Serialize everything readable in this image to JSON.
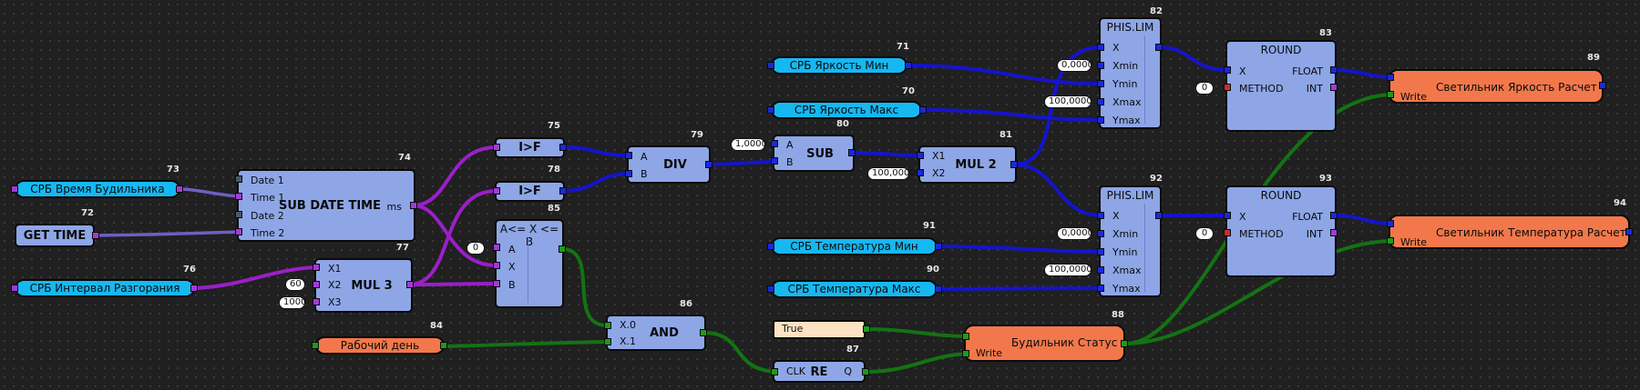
{
  "blocks": {
    "b73": {
      "num": "73",
      "label": "СРБ Время Будильника"
    },
    "b72": {
      "num": "72",
      "label": "GET TIME"
    },
    "b76": {
      "num": "76",
      "label": "СРБ Интервал Разгорания"
    },
    "b74": {
      "num": "74",
      "name": "SUB DATE TIME",
      "pins": [
        "Date 1",
        "Time 1",
        "Date 2",
        "Time 2"
      ],
      "out": "ms"
    },
    "b77": {
      "num": "77",
      "name": "MUL 3",
      "pins": [
        "X1",
        "X2",
        "X3"
      ],
      "consts": [
        "60",
        "1000"
      ]
    },
    "b75": {
      "num": "75",
      "name": "I>F"
    },
    "b78": {
      "num": "78",
      "name": "I>F"
    },
    "b85": {
      "num": "85",
      "title": "A<= X <= B",
      "pins": [
        "A",
        "X",
        "B"
      ],
      "const": "0"
    },
    "b79": {
      "num": "79",
      "name": "DIV",
      "pins": [
        "A",
        "B"
      ]
    },
    "b80": {
      "num": "80",
      "name": "SUB",
      "pins": [
        "A",
        "B"
      ],
      "const": "1,0000"
    },
    "b81": {
      "num": "81",
      "name": "MUL 2",
      "pins": [
        "X1",
        "X2"
      ],
      "const": "100,0000"
    },
    "b84": {
      "num": "84",
      "label": "Рабочий день"
    },
    "b86": {
      "num": "86",
      "name": "AND",
      "pins": [
        "X.0",
        "X.1"
      ]
    },
    "b71": {
      "num": "71",
      "label": "СРБ Яркость Мин"
    },
    "b70": {
      "num": "70",
      "label": "СРБ Яркость Макс"
    },
    "b91": {
      "num": "91",
      "label": "СРБ Температура Мин"
    },
    "b90": {
      "num": "90",
      "label": "СРБ Температура Макс"
    },
    "b82": {
      "num": "82",
      "title": "PHIS.LIM",
      "pins": [
        "X",
        "Xmin",
        "Ymin",
        "Xmax",
        "Ymax"
      ],
      "consts": [
        "0,0000",
        "100,0000"
      ]
    },
    "b92": {
      "num": "92",
      "title": "PHIS.LIM",
      "pins": [
        "X",
        "Xmin",
        "Ymin",
        "Xmax",
        "Ymax"
      ],
      "consts": [
        "0,0000",
        "100,0000"
      ]
    },
    "b83": {
      "num": "83",
      "title": "ROUND",
      "pins": [
        "X",
        "METHOD"
      ],
      "outs": [
        "FLOAT",
        "INT"
      ],
      "const": "0"
    },
    "b93": {
      "num": "93",
      "title": "ROUND",
      "pins": [
        "X",
        "METHOD"
      ],
      "outs": [
        "FLOAT",
        "INT"
      ],
      "const": "0"
    },
    "bTrue": {
      "label": "True"
    },
    "b87": {
      "num": "87",
      "name": "RE",
      "pins": [
        "CLK"
      ],
      "out": "Q"
    },
    "b88": {
      "num": "88",
      "label": "Будильник Статус",
      "pin": "Write"
    },
    "b89": {
      "num": "89",
      "label": "Светильник Яркость Расчет",
      "pin": "Write"
    },
    "b94": {
      "num": "94",
      "label": "Светильник Температура Расчет",
      "pin": "Write"
    }
  },
  "colors": {
    "block": "#8ea6e6",
    "cyan_pill": "#16b8f2",
    "orange_output": "#f2784b",
    "wire_float": "#1414cc",
    "wire_int": "#9a1fc9",
    "wire_bool": "#137313",
    "wire_time": "#6f5fc4",
    "background": "#202020"
  }
}
